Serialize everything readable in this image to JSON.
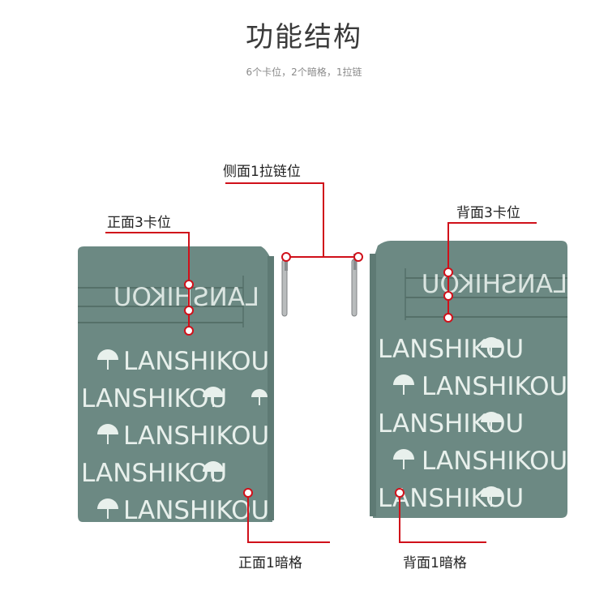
{
  "header": {
    "title": "功能结构",
    "subtitle": "6个卡位，2个暗格，1拉链"
  },
  "callouts": {
    "side_zipper": "侧面1拉链位",
    "front_cards": "正面3卡位",
    "back_cards": "背面3卡位",
    "front_pocket": "正面1暗格",
    "back_pocket": "背面1暗格"
  },
  "wallet": {
    "brand_text": "LANSHIKOU",
    "color": "#6c8983",
    "print_color": "#e8f0ec",
    "accent_color": "#d0101a"
  }
}
